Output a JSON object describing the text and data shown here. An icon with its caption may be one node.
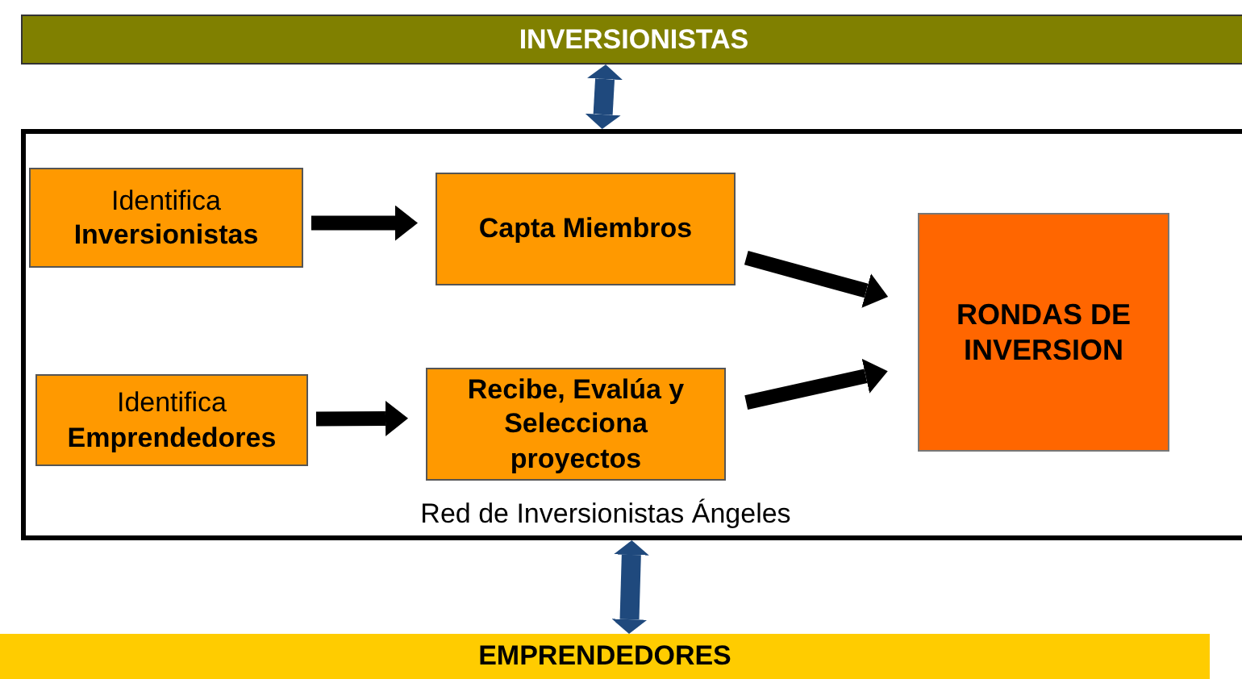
{
  "diagram": {
    "nodes": [
      {
        "text": [
          "INVERSIONISTAS"
        ]
      },
      {
        "text": [
          "Red de Inversionistas Ángeles"
        ]
      },
      {
        "text": [
          "Identifica **Inversionistas**"
        ],
        "in": 1
      },
      {
        "text": [
          "Capta Miembros"
        ],
        "in": 1
      },
      {
        "text": [
          "RONDAS DE INVERSION"
        ],
        "in": 1
      },
      {
        "text": [
          "Identifica **Emprendedores**"
        ],
        "in": 1
      },
      {
        "text": [
          "Recibe, Evalúa y Selecciona proyectos"
        ],
        "in": 1
      },
      {
        "text": [
          "EMPRENDEDORES"
        ]
      }
    ],
    "edges": [
      {
        "from": 0,
        "to": 1,
        "arrow": "both",
        "color": "#1f497d"
      },
      {
        "from": 2,
        "to": 3,
        "arrow": "to"
      },
      {
        "from": 3,
        "to": 4,
        "arrow": "to"
      },
      {
        "from": 5,
        "to": 6,
        "arrow": "to"
      },
      {
        "from": 6,
        "to": 4,
        "arrow": "to"
      },
      {
        "from": 1,
        "to": 7,
        "arrow": "both",
        "color": "#1f497d"
      }
    ]
  }
}
